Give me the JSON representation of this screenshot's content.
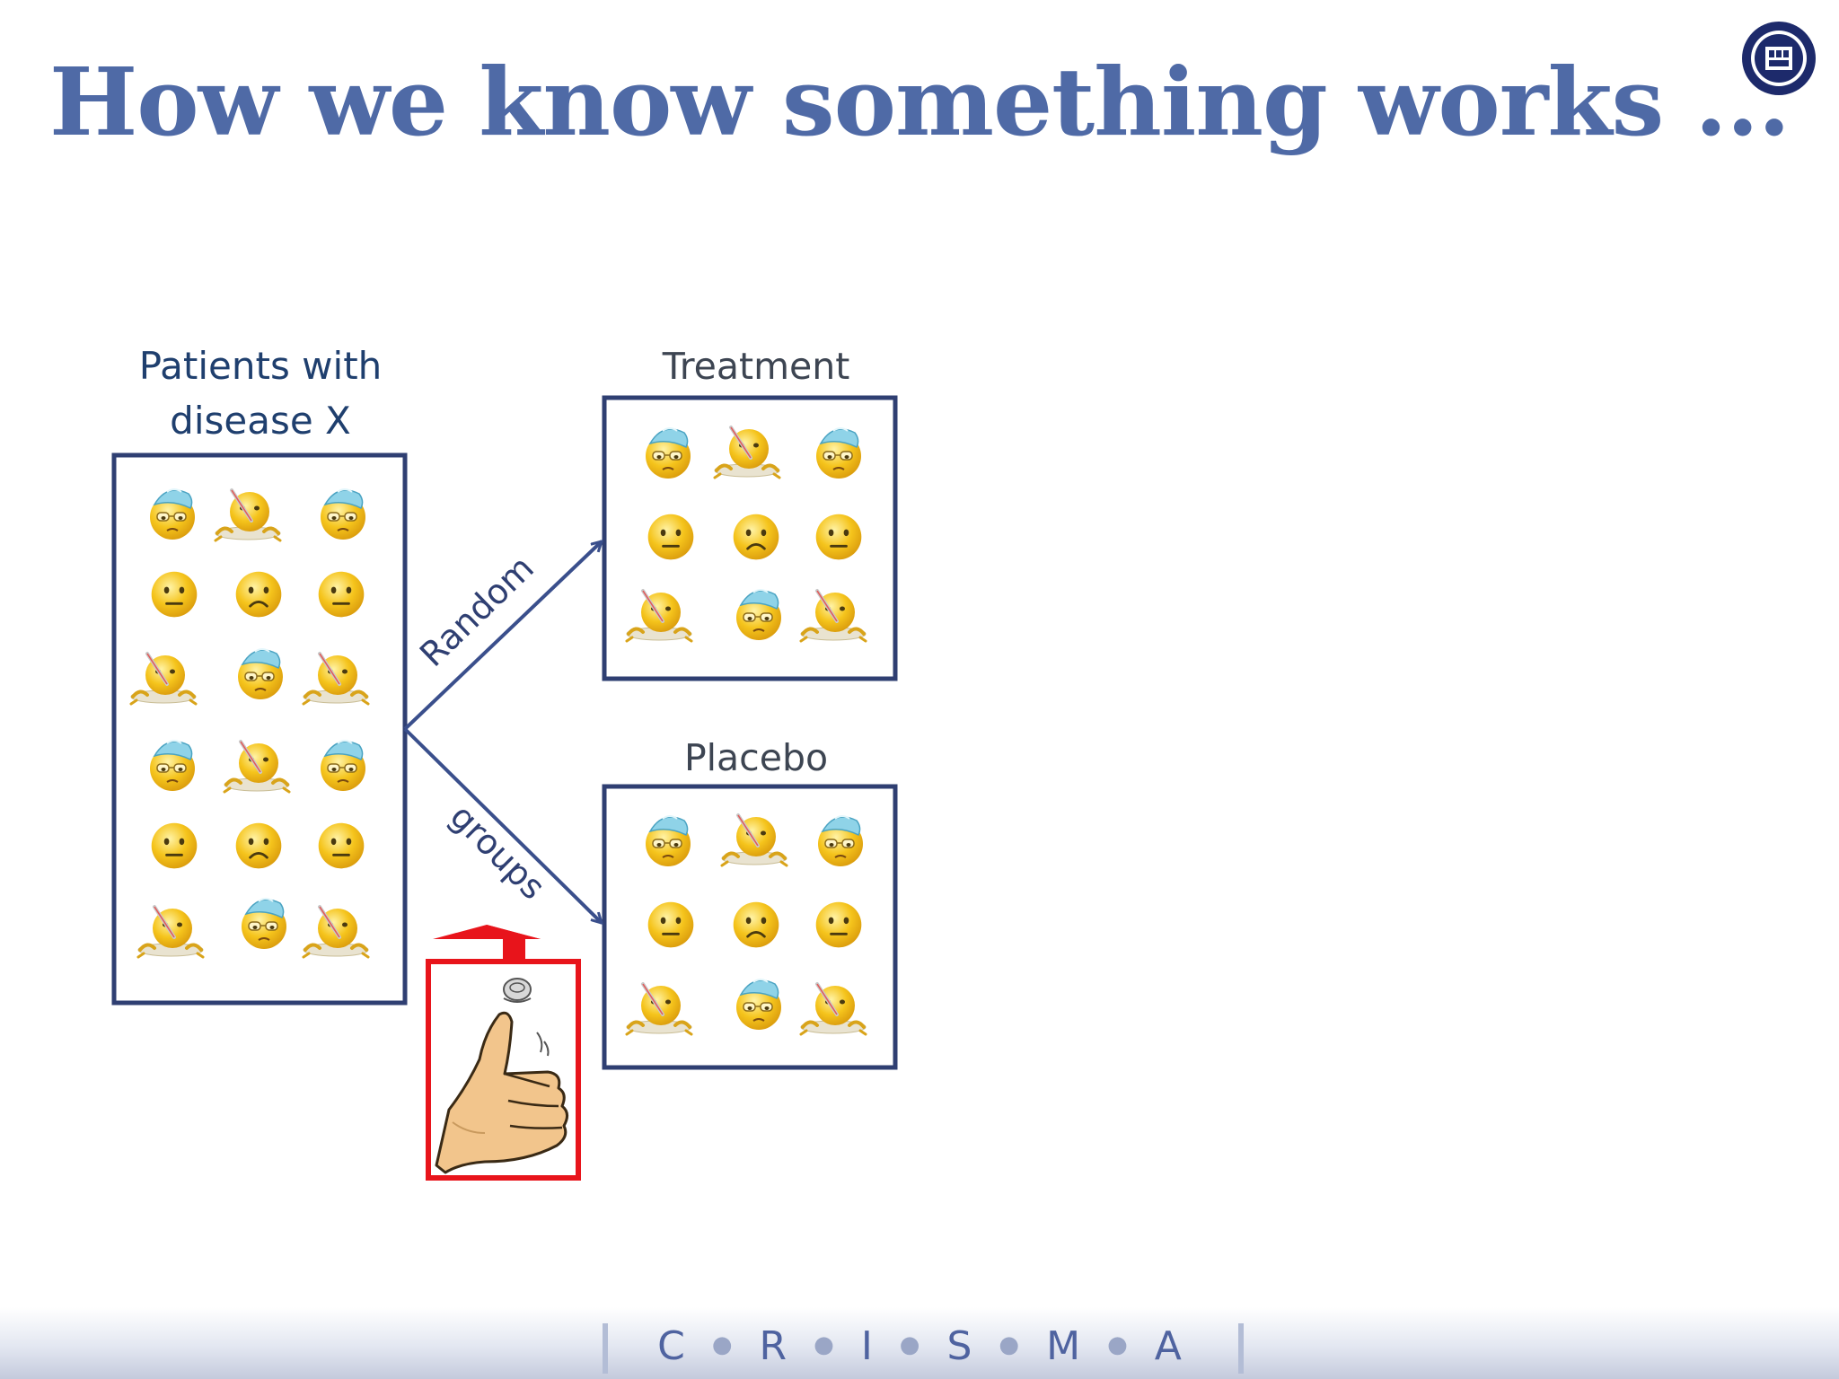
{
  "slide": {
    "title": "How we know something works ..."
  },
  "diagram": {
    "source_label_line1": "Patients with",
    "source_label_line2": "disease X",
    "treatment_label": "Treatment",
    "placebo_label": "Placebo",
    "arrow_label_top": "Random",
    "arrow_label_bottom": "groups"
  },
  "footer": {
    "letters": [
      "C",
      "R",
      "I",
      "S",
      "M",
      "A"
    ]
  },
  "colors": {
    "title": "#4f6aa6",
    "box_border": "#2f3f72",
    "highlight": "#e8141b",
    "face": "#f3c21a"
  },
  "icons": {
    "seal": "university-seal-icon",
    "face_neutral": "neutral-face-icon",
    "face_sad": "sad-face-icon",
    "face_icepack": "ice-pack-sick-face-icon",
    "face_thermometer": "thermometer-sick-face-icon",
    "coin_flip": "thumb-coin-flip-icon"
  }
}
